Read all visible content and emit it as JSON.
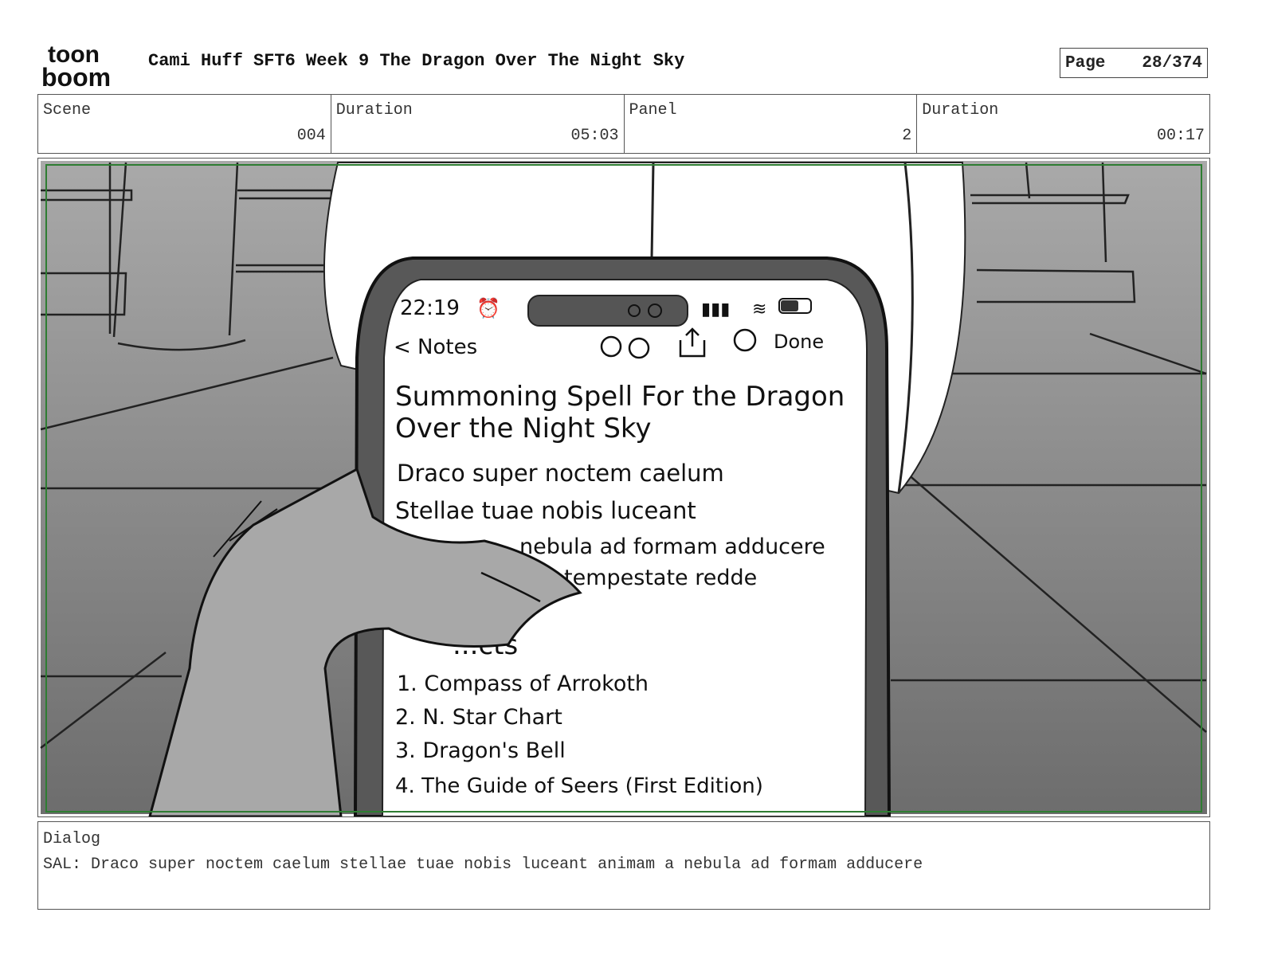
{
  "header": {
    "logo_text_top": "toon",
    "logo_text_bottom": "boom",
    "title": "Cami Huff SFT6 Week 9 The Dragon Over The Night Sky",
    "page_label": "Page",
    "page_value": "28/374"
  },
  "info": {
    "scene_label": "Scene",
    "scene_value": "004",
    "scene_duration_label": "Duration",
    "scene_duration_value": "05:03",
    "panel_label": "Panel",
    "panel_value": "2",
    "panel_duration_label": "Duration",
    "panel_duration_value": "00:17"
  },
  "drawing": {
    "phone": {
      "time": "22:19",
      "back_label": "< Notes",
      "done_label": "Done",
      "note_title_line1": "Summoning Spell For the Dragon",
      "note_title_line2": "Over the Night Sky",
      "spell_lines": [
        "Draco super noctem caelum",
        "Stellae tuae nobis luceant",
        "nebula ad formam adducere",
        "tempestate redde"
      ],
      "artifacts_heading_partial": "...cts",
      "artifacts": [
        "1. Compass of Arrokoth",
        "2. N. Star Chart",
        "3. Dragon's Bell",
        "4. The Guide of Seers (First Edition)"
      ]
    },
    "colors": {
      "background_top": "#a9a9a9",
      "background_bottom": "#6d6d6d",
      "safe_frame": "#2e7d32",
      "phone_body": "#585858",
      "hand_fill": "#a8a8a8"
    }
  },
  "dialog": {
    "label": "Dialog",
    "text": "SAL: Draco super noctem caelum stellae tuae nobis luceant animam a nebula ad formam adducere"
  }
}
